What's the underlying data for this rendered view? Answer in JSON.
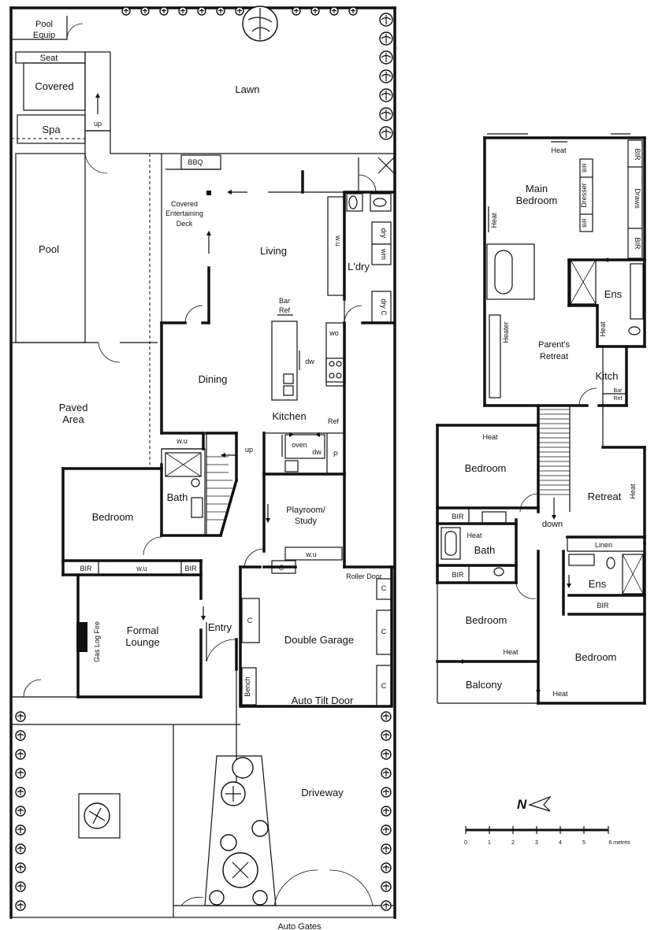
{
  "ground": {
    "pool_equip": "Pool\nEquip",
    "seat": "Seat",
    "covered": "Covered",
    "up_pool": "up",
    "spa": "Spa",
    "pool": "Pool",
    "lawn": "Lawn",
    "bbq": "BBQ",
    "covered_deck": "Covered\nEntertaining\nDeck",
    "living": "Living",
    "wu_living": "w.u",
    "laundry": "L'dry",
    "dry_wm": "dry\nwm",
    "dry_c": "dry C",
    "bar_ref": "Bar\nRef",
    "wo": "wo",
    "dw_kitchen": "dw",
    "dining": "Dining",
    "kitchen": "Kitchen",
    "ref": "Ref",
    "paved_area": "Paved\nArea",
    "wu_stair": "w.u",
    "up_stair": "up",
    "oven": "oven",
    "dw_oven": "dw",
    "pantry": "P",
    "bath": "Bath",
    "bedroom": "Bedroom",
    "playroom": "Playroom/\nStudy",
    "wu_play": "w.u",
    "c_play": "C",
    "bir_left": "BIR",
    "wu_bed": "w.u",
    "bir_right": "BIR",
    "roller_door": "Roller Door",
    "gas_log_fire": "Gas Log Fire",
    "formal_lounge": "Formal\nLounge",
    "entry": "Entry",
    "double_garage": "Double Garage",
    "garage_c": "C",
    "bench": "Bench",
    "auto_tilt_door": "Auto Tilt Door",
    "driveway": "Driveway",
    "auto_gates": "Auto Gates"
  },
  "upper": {
    "heat_main": "Heat",
    "bir_a": "BIR",
    "draws": "Draws",
    "bir_b": "BIR",
    "main_bedroom": "Main\nBedroom",
    "dresser": "Dresser",
    "bir_d1": "BIR",
    "bir_d2": "BIR",
    "heat_main_side": "Heat",
    "ens_main": "Ens",
    "heat_ens": "Heat",
    "heater": "Heater",
    "parents_retreat": "Parent's\nRetreat",
    "kitch": "Kitch",
    "bar_ref": "Bar\nRef",
    "heat_bed1": "Heat",
    "bedroom_1": "Bedroom",
    "retreat": "Retreat",
    "heat_retreat": "Heat",
    "bir_bed1": "BIR",
    "down": "down",
    "heat_bath": "Heat",
    "bath": "Bath",
    "linen": "Linen",
    "bir_bath": "BIR",
    "ens_2": "Ens",
    "bir_ens": "BIR",
    "bedroom_2": "Bedroom",
    "heat_bed2": "Heat",
    "bedroom_3": "Bedroom",
    "balcony": "Balcony",
    "heat_bed3": "Heat"
  },
  "legend": {
    "north": "N",
    "scale_labels": [
      "0",
      "1",
      "2",
      "3",
      "4",
      "5",
      "6 metres"
    ]
  }
}
